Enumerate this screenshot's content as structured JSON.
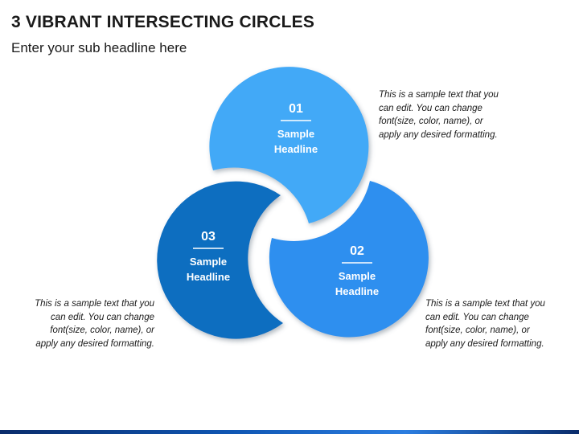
{
  "header": {
    "title": "3 VIBRANT INTERSECTING CIRCLES",
    "subtitle": "Enter your sub headline here"
  },
  "circles": [
    {
      "number": "01",
      "headline_line1": "Sample",
      "headline_line2": "Headline",
      "color": "#42A9F7",
      "description": "This is a sample text that you can edit. You can change font(size, color, name), or apply any desired formatting."
    },
    {
      "number": "02",
      "headline_line1": "Sample",
      "headline_line2": "Headline",
      "color": "#2E8FEF",
      "description": "This is a sample text that you can edit. You can change font(size, color, name), or apply any desired formatting."
    },
    {
      "number": "03",
      "headline_line1": "Sample",
      "headline_line2": "Headline",
      "color": "#0B6EC0",
      "description": "This is a sample text that you can edit. You can change font(size, color, name), or apply any desired formatting."
    }
  ],
  "colors": {
    "background": "#FFFFFF",
    "text": "#1A1A1A",
    "shadow": "#9AA7B4"
  }
}
